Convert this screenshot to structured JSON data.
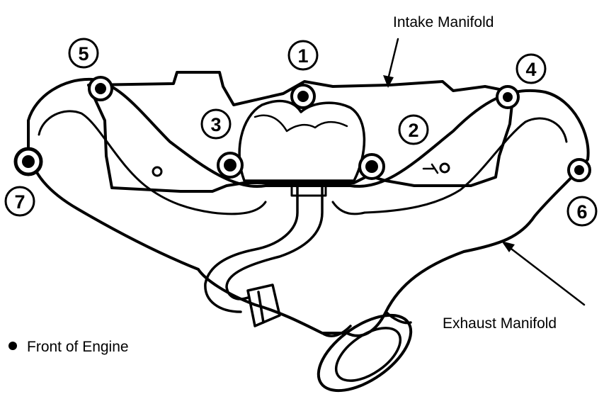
{
  "labels": {
    "intake_manifold": "Intake Manifold",
    "exhaust_manifold": "Exhaust Manifold",
    "front_of_engine": "Front of Engine"
  },
  "bolt_numbers": [
    "1",
    "2",
    "3",
    "4",
    "5",
    "6",
    "7"
  ],
  "colors": {
    "ink": "#000000",
    "paper": "#ffffff"
  }
}
